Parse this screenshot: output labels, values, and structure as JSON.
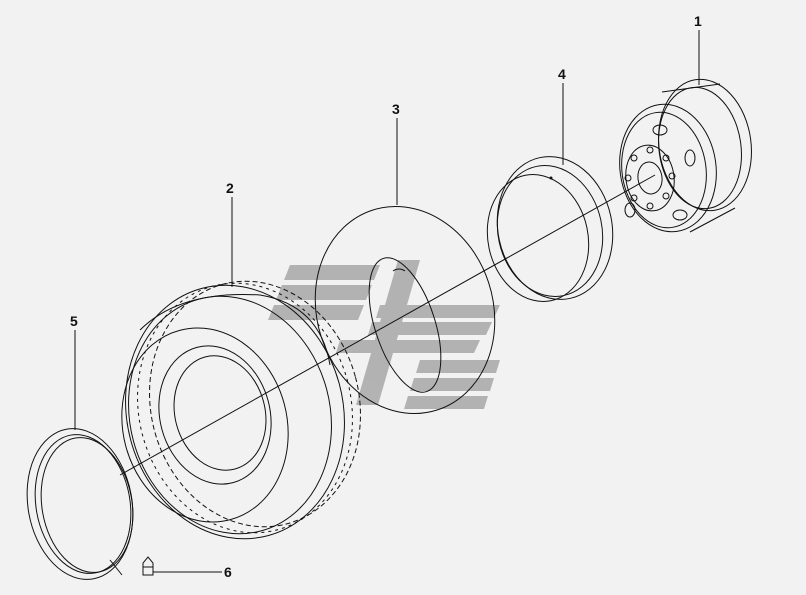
{
  "diagram": {
    "parts": [
      {
        "number": "1",
        "name": "wheel-disc-rim"
      },
      {
        "number": "2",
        "name": "tire"
      },
      {
        "number": "3",
        "name": "rim-flap"
      },
      {
        "number": "4",
        "name": "side-ring"
      },
      {
        "number": "5",
        "name": "lock-ring"
      },
      {
        "number": "6",
        "name": "valve"
      }
    ]
  },
  "watermark": {
    "color": "#a8a8a8",
    "icon": "logo-watermark"
  },
  "colors": {
    "background": "#f2f2f2",
    "line": "#111111"
  }
}
